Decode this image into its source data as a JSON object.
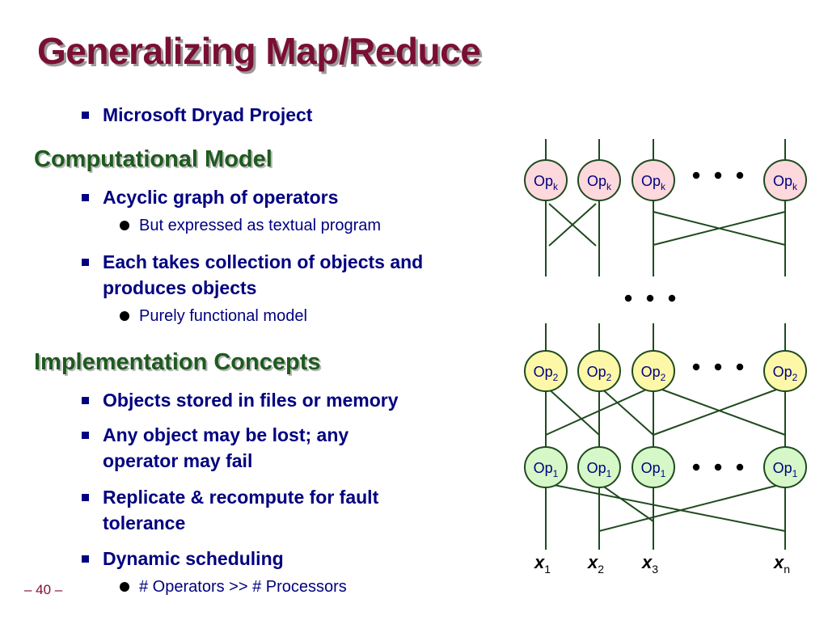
{
  "slide": {
    "title": "Generalizing Map/Reduce",
    "intro_bullet": "Microsoft Dryad Project",
    "footer": "– 40 –",
    "sections": [
      {
        "heading": "Computational Model",
        "bullets": [
          {
            "text": "Acyclic graph of operators",
            "sub": "But expressed as textual program"
          },
          {
            "text": "Each takes collection of objects and produces objects",
            "sub": "Purely functional model"
          }
        ]
      },
      {
        "heading": "Implementation Concepts",
        "bullets": [
          {
            "text": "Objects stored in files or memory"
          },
          {
            "text": "Any object may be lost; any operator may fail"
          },
          {
            "text": "Replicate & recompute for fault tolerance"
          },
          {
            "text": "Dynamic scheduling",
            "sub": "# Operators >> # Processors"
          }
        ]
      }
    ]
  },
  "diagram": {
    "ellipsis": "• • •",
    "op_base": "Op",
    "rows": [
      {
        "level": "k",
        "fill": "#fdd8dc"
      },
      {
        "level": "2",
        "fill": "#fcf8a8"
      },
      {
        "level": "1",
        "fill": "#d6f7c8"
      }
    ],
    "inputs": [
      {
        "base": "x",
        "sub": "1"
      },
      {
        "base": "x",
        "sub": "2"
      },
      {
        "base": "x",
        "sub": "3"
      },
      {
        "base": "x",
        "sub": "n"
      }
    ],
    "colors": {
      "line": "#1f4a1f",
      "node_border": "#1f4a1f",
      "label": "#000080"
    }
  }
}
